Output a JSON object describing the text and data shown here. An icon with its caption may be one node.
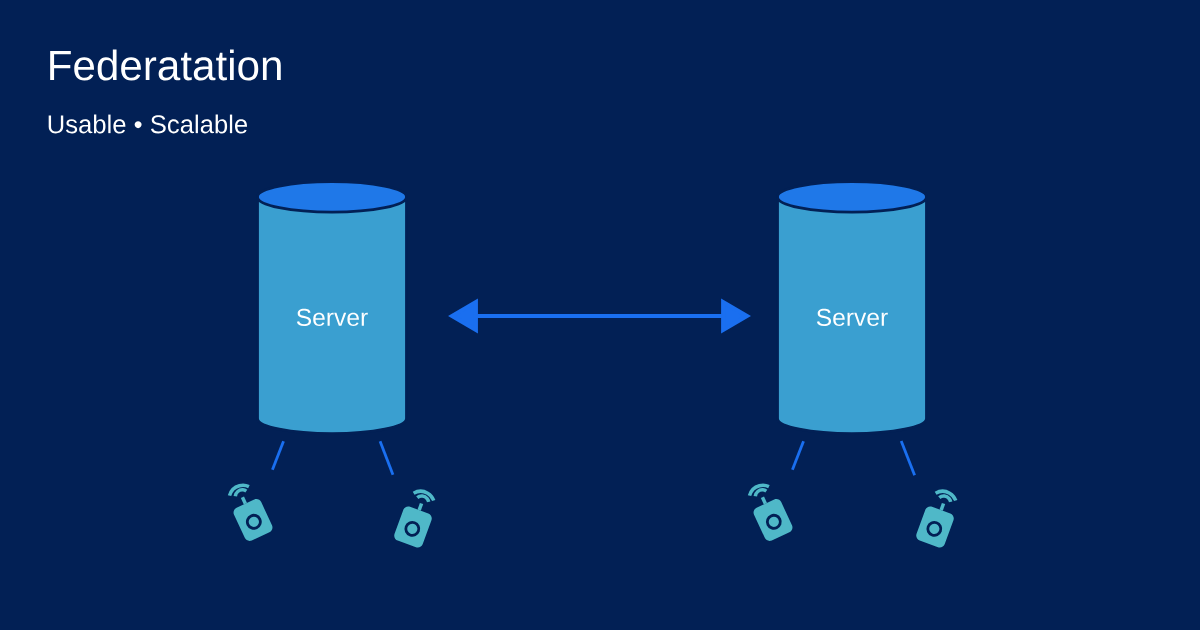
{
  "diagram": {
    "title": "Federatation",
    "nodes": [
      {
        "text": [
          "Server"
        ]
      },
      {
        "text": [
          "Server"
        ]
      },
      {
        "text": [],
        "shape": "picture"
      },
      {
        "text": [],
        "shape": "picture"
      },
      {
        "text": [],
        "shape": "picture"
      },
      {
        "text": [],
        "shape": "picture"
      }
    ],
    "edges": [
      {
        "from": 0,
        "to": 1,
        "arrow": "both"
      },
      {
        "from": 0,
        "to": 2,
        "arrow": "none"
      },
      {
        "from": 0,
        "to": 3,
        "arrow": "none"
      },
      {
        "from": 1,
        "to": 4,
        "arrow": "none"
      },
      {
        "from": 1,
        "to": 5,
        "arrow": "none"
      }
    ],
    "labels": [
      "Usable • Scalable"
    ]
  }
}
